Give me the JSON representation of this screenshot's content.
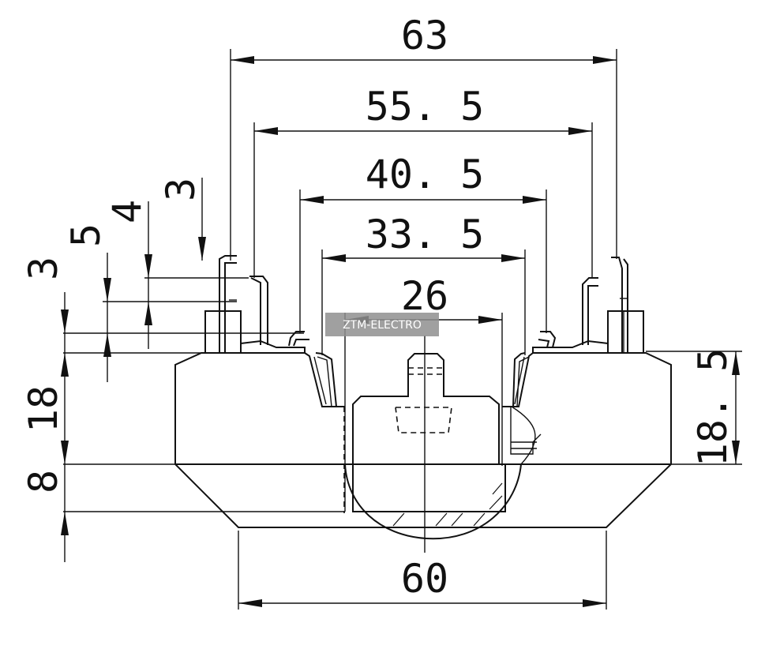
{
  "dimensions": {
    "top_63": "63",
    "top_55_5": "55. 5",
    "top_40_5": "40. 5",
    "top_33_5": "33. 5",
    "top_26": "26",
    "bottom_60": "60",
    "left_3a": "3",
    "left_4": "4",
    "left_5": "5",
    "left_3b": "3",
    "left_18": "18",
    "left_8": "8",
    "right_18_5": "18. 5"
  },
  "watermark": "ZTM-ELECTRO"
}
